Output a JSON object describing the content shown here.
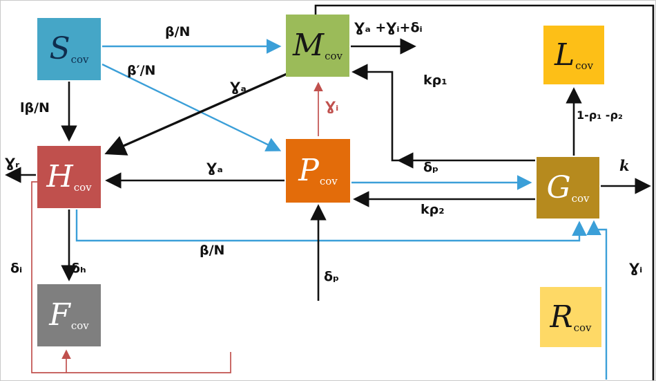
{
  "colors": {
    "background": "#ffffff",
    "arrow_black": "#111111",
    "arrow_blue": "#3b9fd8",
    "arrow_red": "#c0504d"
  },
  "nodes": [
    {
      "id": "S_cov",
      "letter": "S",
      "sub": "cov",
      "bg": "#45a6c7",
      "fg": "#0f2d4e"
    },
    {
      "id": "M_cov",
      "letter": "M",
      "sub": "cov",
      "bg": "#9bbb59",
      "fg": "#161616"
    },
    {
      "id": "L_cov",
      "letter": "L",
      "sub": "cov",
      "bg": "#fdbf17",
      "fg": "#161616"
    },
    {
      "id": "H_cov",
      "letter": "H",
      "sub": "cov",
      "bg": "#c0504d",
      "fg": "#ffffff"
    },
    {
      "id": "P_cov",
      "letter": "P",
      "sub": "cov",
      "bg": "#e36c0a",
      "fg": "#ffffff"
    },
    {
      "id": "G_cov",
      "letter": "G",
      "sub": "cov",
      "bg": "#b68a1e",
      "fg": "#ffffff"
    },
    {
      "id": "F_cov",
      "letter": "F",
      "sub": "cov",
      "bg": "#7f7f7f",
      "fg": "#ffffff"
    },
    {
      "id": "R_cov",
      "letter": "R",
      "sub": "cov",
      "bg": "#fed966",
      "fg": "#161616"
    }
  ],
  "edge_labels": {
    "beta_n_s_m": "β/N",
    "beta_prime_n": "β′/N",
    "l_beta_n": "lβ/N",
    "m_out": "Ɣₐ +Ɣᵢ+δᵢ",
    "k_rho1": "kρ₁",
    "one_minus_rho": "1-ρ₁ -ρ₂",
    "gamma_a_diag": "Ɣₐ",
    "gamma_i_mid": "Ɣᵢ",
    "gamma_r": "Ɣᵣ",
    "gamma_a_mid": "Ɣₐ",
    "delta_p_top": "δₚ",
    "k_rho2": "kρ₂",
    "k_out": "k",
    "beta_n_bottom": "β/N",
    "delta_i": "δᵢ",
    "delta_h": "δₕ",
    "delta_p_bottom": "δₚ",
    "gamma_i_right": "Ɣᵢ"
  }
}
